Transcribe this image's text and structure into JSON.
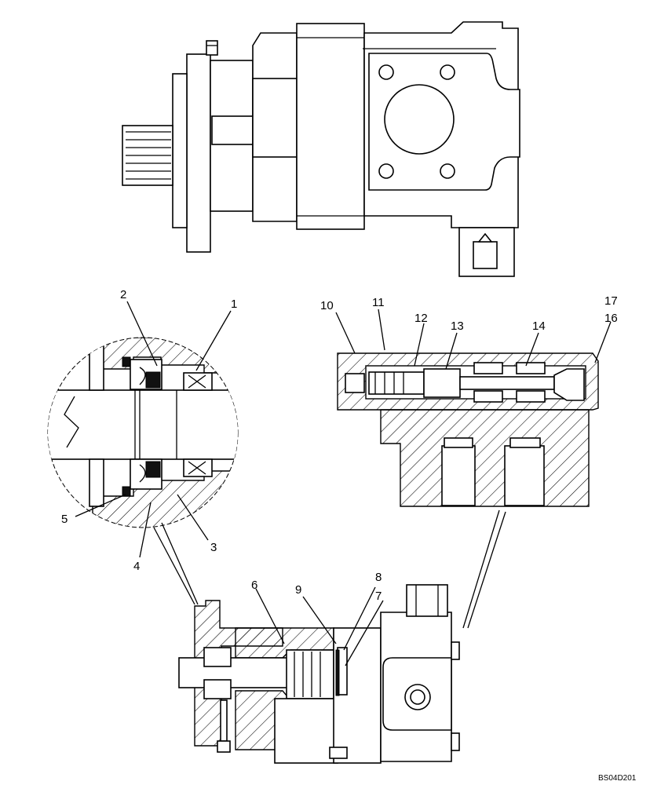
{
  "drawing_code": "BS04D201",
  "callouts": {
    "c1": "1",
    "c2": "2",
    "c3": "3",
    "c4": "4",
    "c5": "5",
    "c6": "6",
    "c7": "7",
    "c8": "8",
    "c9": "9",
    "c10": "10",
    "c11": "11",
    "c12": "12",
    "c13": "13",
    "c14": "14",
    "c16": "16",
    "c17": "17"
  }
}
